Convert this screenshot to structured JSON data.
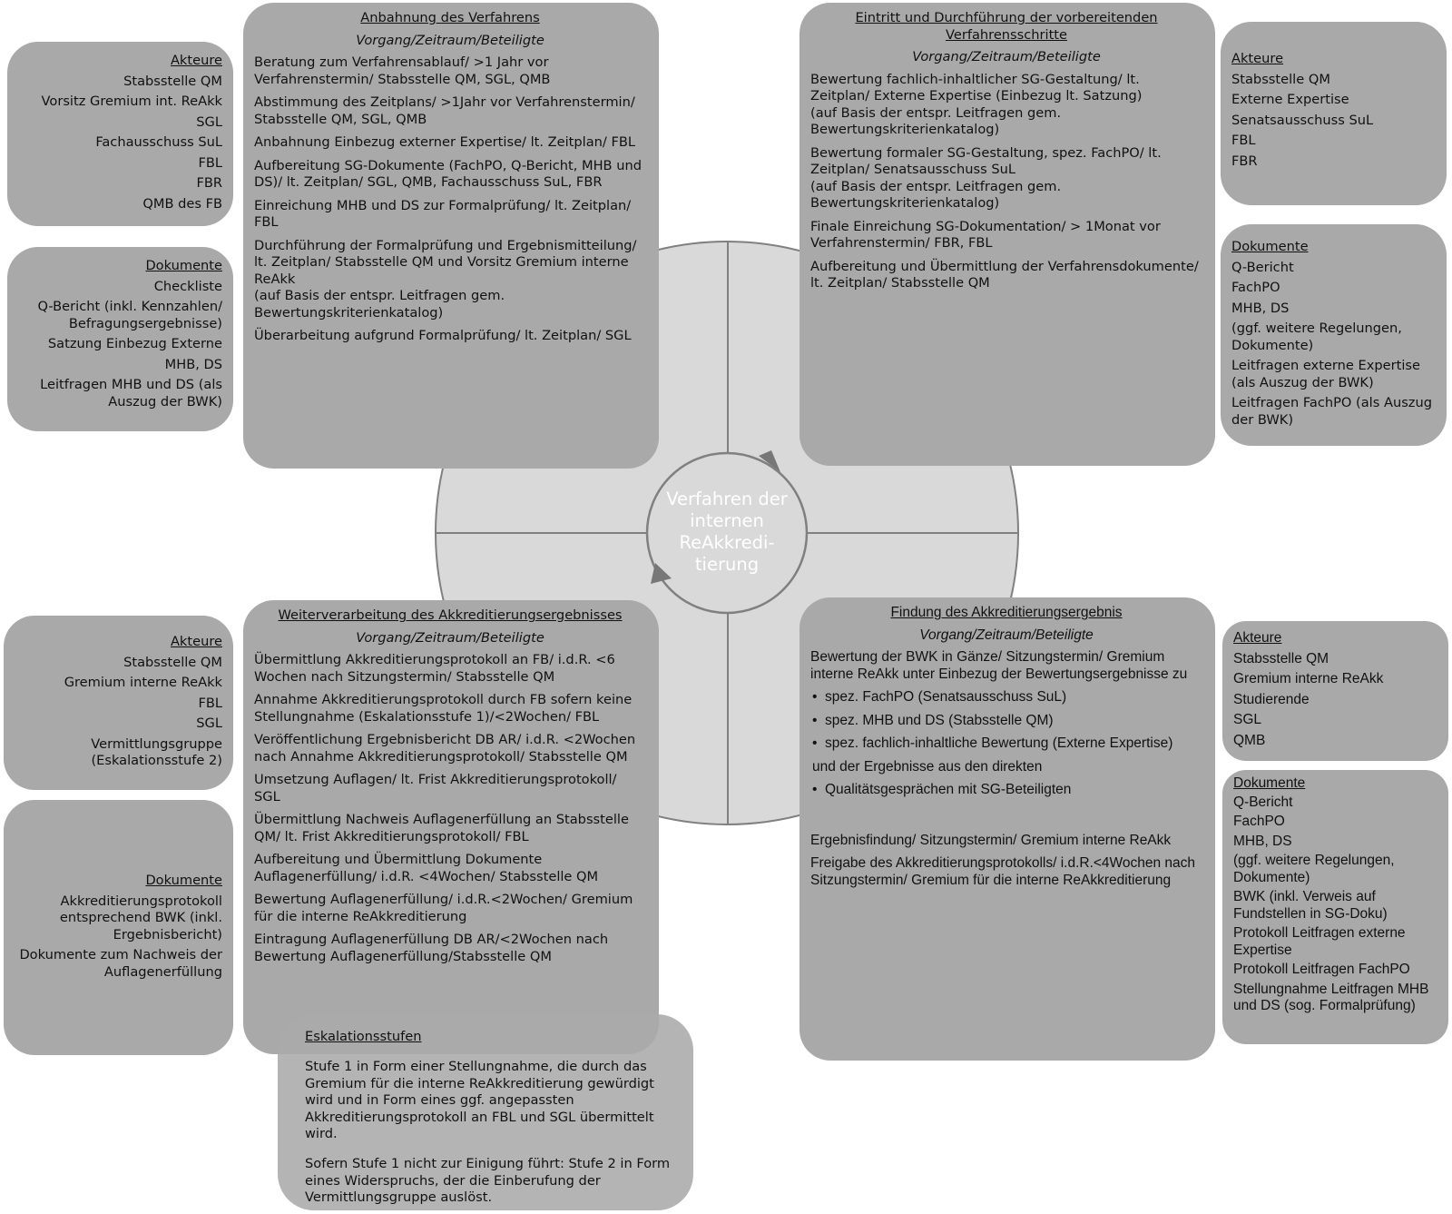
{
  "center": {
    "lines": [
      "Verfahren der",
      "internen",
      "ReAkkredi-",
      "tierung"
    ]
  },
  "colors": {
    "box": "#a9a9a9",
    "wheel": "#d9d9d9",
    "wheel_line": "#808080",
    "center_text": "#ffffff"
  },
  "anbahnung": {
    "title": "Anbahnung des Verfahrens",
    "subtitle": "Vorgang/Zeitraum/Beteiligte",
    "items": [
      "Beratung zum Verfahrensablauf/ >1 Jahr vor Verfahrenstermin/ Stabsstelle QM, SGL, QMB",
      "Abstimmung des Zeitplans/ >1Jahr vor Verfahrenstermin/ Stabsstelle QM, SGL, QMB",
      "Anbahnung Einbezug externer Expertise/ lt. Zeitplan/ FBL",
      "Aufbereitung SG-Dokumente (FachPO, Q-Bericht, MHB und DS)/ lt. Zeitplan/ SGL, QMB, Fachausschuss SuL, FBR",
      "Einreichung MHB und DS zur Formalprüfung/ lt. Zeitplan/ FBL",
      "Durchführung der Formalprüfung und Ergebnismitteilung/ lt. Zeitplan/ Stabsstelle QM und Vorsitz Gremium interne ReAkk\n(auf Basis der entspr. Leitfragen gem. Bewertungskriterienkatalog)",
      "Überarbeitung aufgrund Formalprüfung/  lt. Zeitplan/ SGL"
    ]
  },
  "anbahnung_akteure": {
    "title": "Akteure",
    "items": [
      "Stabsstelle QM",
      "Vorsitz Gremium int. ReAkk",
      "SGL",
      "Fachausschuss SuL",
      "FBL",
      "FBR",
      "QMB des FB"
    ]
  },
  "anbahnung_dokumente": {
    "title": "Dokumente",
    "items": [
      "Checkliste",
      "Q-Bericht (inkl. Kennzahlen/ Befragungsergebnisse)",
      "Satzung Einbezug Externe",
      "MHB, DS",
      "Leitfragen MHB und DS (als Auszug der BWK)"
    ]
  },
  "eintritt": {
    "title": "Eintritt und Durchführung der vorbereitenden Verfahrensschritte",
    "subtitle": "Vorgang/Zeitraum/Beteiligte",
    "items": [
      "Bewertung fachlich-inhaltlicher SG-Gestaltung/ lt. Zeitplan/ Externe Expertise (Einbezug lt. Satzung)\n(auf Basis der entspr. Leitfragen gem. Bewertungskriterienkatalog)",
      "Bewertung formaler SG-Gestaltung, spez. FachPO/ lt. Zeitplan/ Senatsausschuss SuL\n(auf Basis der entspr. Leitfragen gem. Bewertungskriterienkatalog)",
      "Finale Einreichung SG-Dokumentation/ > 1Monat vor Verfahrenstermin/ FBR, FBL",
      "Aufbereitung und Übermittlung der Verfahrensdokumente/ lt. Zeitplan/ Stabsstelle QM"
    ]
  },
  "eintritt_akteure": {
    "title": "Akteure",
    "items": [
      "Stabsstelle QM",
      "Externe Expertise",
      "Senatsausschuss SuL",
      "FBL",
      "FBR"
    ]
  },
  "eintritt_dokumente": {
    "title": "Dokumente",
    "items": [
      "Q-Bericht",
      "FachPO",
      "MHB, DS",
      "(ggf. weitere Regelungen, Dokumente)",
      "Leitfragen externe Expertise (als Auszug der BWK)",
      "Leitfragen FachPO (als Auszug der BWK)"
    ]
  },
  "weiter": {
    "title": "Weiterverarbeitung des Akkreditierungsergebnisses",
    "subtitle": "Vorgang/Zeitraum/Beteiligte",
    "items": [
      "Übermittlung Akkreditierungsprotokoll an FB/ i.d.R. <6 Wochen nach Sitzungstermin/ Stabsstelle QM",
      "Annahme Akkreditierungsprotokoll durch FB sofern keine Stellungnahme (Eskalationsstufe 1)/<2Wochen/ FBL",
      "Veröffentlichung Ergebnisbericht DB AR/ i.d.R. <2Wochen nach Annahme Akkreditierungsprotokoll/ Stabsstelle QM",
      "Umsetzung Auflagen/ lt. Frist Akkreditierungsprotokoll/ SGL",
      "Übermittlung Nachweis Auflagenerfüllung an Stabsstelle QM/ lt. Frist Akkreditierungsprotokoll/ FBL",
      "Aufbereitung und Übermittlung Dokumente Auflagenerfüllung/ i.d.R. <4Wochen/ Stabsstelle QM",
      "Bewertung Auflagenerfüllung/ i.d.R.<2Wochen/ Gremium für die interne ReAkkreditierung",
      "Eintragung Auflagenerfüllung DB AR/<2Wochen nach Bewertung Auflagenerfüllung/Stabsstelle QM"
    ]
  },
  "weiter_akteure": {
    "title": "Akteure",
    "items": [
      "Stabsstelle QM",
      "Gremium interne ReAkk",
      "FBL",
      "SGL",
      "Vermittlungsgruppe (Eskalationsstufe 2)"
    ]
  },
  "weiter_dokumente": {
    "title": "Dokumente",
    "items": [
      "Akkreditierungsprotokoll entsprechend BWK (inkl. Ergebnisbericht)",
      "Dokumente zum Nachweis der Auflagenerfüllung"
    ]
  },
  "eskalation": {
    "title": "Eskalationsstufen",
    "items": [
      "Stufe 1 in Form einer Stellungnahme, die durch das Gremium für die interne ReAkkreditierung gewürdigt wird und in Form eines ggf. angepassten Akkreditierungsprotokoll an FBL und SGL übermittelt wird.",
      "Sofern Stufe 1 nicht zur Einigung führt: Stufe 2 in Form eines Widerspruchs, der die Einberufung der Vermittlungsgruppe auslöst."
    ]
  },
  "findung": {
    "title": "Findung des Akkreditierungsergebnis",
    "subtitle": "Vorgang/Zeitraum/Beteiligte",
    "intro": "Bewertung der BWK in Gänze/ Sitzungstermin/ Gremium interne ReAkk unter Einbezug der Bewertungsergebnisse zu",
    "bullets": [
      "spez. FachPO (Senatsausschuss SuL)",
      "spez. MHB und DS (Stabsstelle QM)",
      "spez. fachlich-inhaltliche Bewertung (Externe Expertise)"
    ],
    "middle": "und der Ergebnisse aus den direkten",
    "bullets2": [
      "Qualitätsgesprächen mit SG-Beteiligten"
    ],
    "items": [
      "Ergebnisfindung/ Sitzungstermin/ Gremium interne ReAkk",
      "Freigabe des Akkreditierungsprotokolls/ i.d.R.<4Wochen nach Sitzungstermin/ Gremium für die interne ReAkkreditierung"
    ]
  },
  "findung_akteure": {
    "title": "Akteure",
    "items": [
      "Stabsstelle QM",
      "Gremium interne ReAkk",
      "Studierende",
      "SGL",
      "QMB"
    ]
  },
  "findung_dokumente": {
    "title": "Dokumente",
    "items": [
      "Q-Bericht",
      "FachPO",
      "MHB, DS",
      "(ggf. weitere Regelungen, Dokumente)",
      "BWK (inkl. Verweis auf Fundstellen in SG-Doku)",
      "Protokoll Leitfragen externe Expertise",
      "Protokoll Leitfragen FachPO",
      "Stellungnahme Leitfragen MHB und DS (sog. Formalprüfung)"
    ]
  }
}
